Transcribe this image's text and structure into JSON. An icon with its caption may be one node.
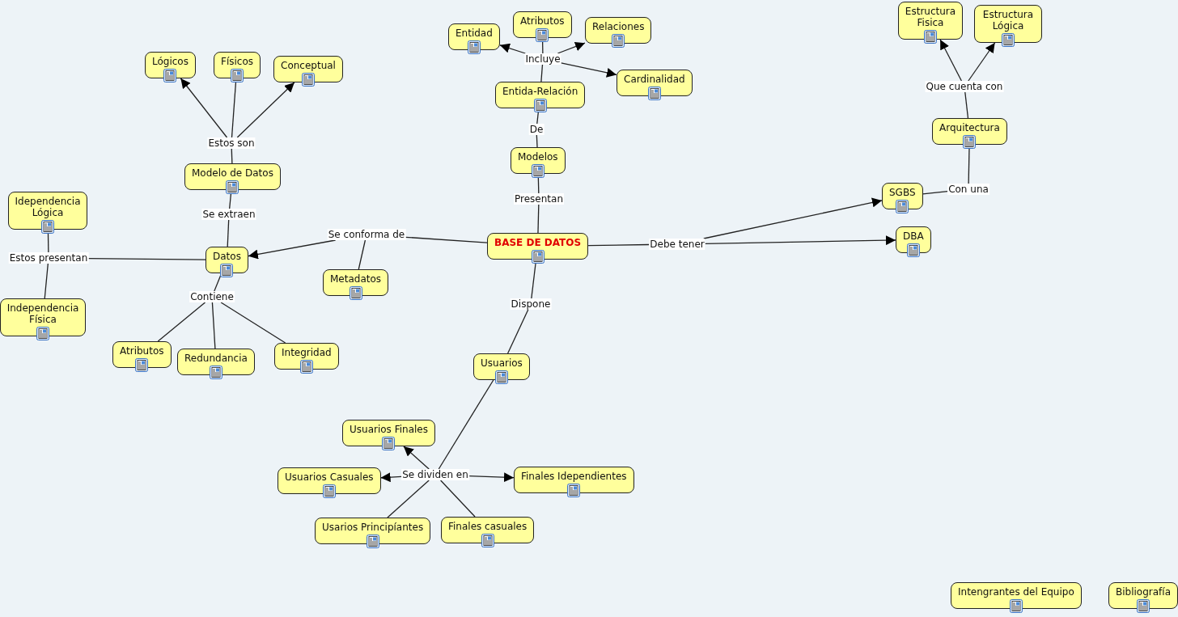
{
  "diagram": {
    "nodes": [
      {
        "text": [
          "Estructura Fisica"
        ]
      },
      {
        "text": [
          "Estructura Lógica"
        ]
      },
      {
        "text": [
          "Atributos"
        ]
      },
      {
        "text": [
          "Entidad"
        ]
      },
      {
        "text": [
          "Relaciones"
        ]
      },
      {
        "text": [
          "Lógicos"
        ]
      },
      {
        "text": [
          "Físicos"
        ]
      },
      {
        "text": [
          "Conceptual"
        ]
      },
      {
        "text": [
          "Incluye"
        ]
      },
      {
        "text": [
          "Cardinalidad"
        ]
      },
      {
        "text": [
          "Que cuenta con"
        ]
      },
      {
        "text": [
          "Entida-Relación"
        ]
      },
      {
        "text": [
          "De"
        ]
      },
      {
        "text": [
          "Arquitectura"
        ]
      },
      {
        "text": [
          "Estos son"
        ]
      },
      {
        "text": [
          "Modelos"
        ]
      },
      {
        "text": [
          "Modelo de Datos"
        ]
      },
      {
        "text": [
          "Idependencia Lógica"
        ]
      },
      {
        "text": [
          "SGBS"
        ]
      },
      {
        "text": [
          "Con una"
        ]
      },
      {
        "text": [
          "Presentan"
        ]
      },
      {
        "text": [
          "Se extraen"
        ]
      },
      {
        "text": [
          "Se conforma de"
        ]
      },
      {
        "text": [
          "BASE DE DATOS"
        ]
      },
      {
        "text": [
          "DBA"
        ]
      },
      {
        "text": [
          "Debe tener"
        ]
      },
      {
        "text": [
          "Datos"
        ]
      },
      {
        "text": [
          "Estos presentan"
        ]
      },
      {
        "text": [
          "Metadatos"
        ]
      },
      {
        "text": [
          "Contiene"
        ]
      },
      {
        "text": [
          "Dispone"
        ]
      },
      {
        "text": [
          "Independencia Física"
        ]
      },
      {
        "text": [
          "Atributos"
        ]
      },
      {
        "text": [
          "Redundancia"
        ]
      },
      {
        "text": [
          "Integridad"
        ]
      },
      {
        "text": [
          "Usuarios"
        ]
      },
      {
        "text": [
          "Usuarios Finales"
        ]
      },
      {
        "text": [
          "Usuarios Casuales"
        ]
      },
      {
        "text": [
          "Se dividen en"
        ]
      },
      {
        "text": [
          "Finales Idependientes"
        ]
      },
      {
        "text": [
          "Usarios Principíantes"
        ]
      },
      {
        "text": [
          "Finales casuales"
        ]
      },
      {
        "text": [
          "Intengrantes del Equipo"
        ]
      },
      {
        "text": [
          "Bibliografía"
        ]
      }
    ],
    "edges": [
      {
        "from": 10,
        "to": 0,
        "arrow": "to"
      },
      {
        "from": 10,
        "to": 1,
        "arrow": "to"
      },
      {
        "from": 13,
        "to": 10,
        "arrow": "none"
      },
      {
        "from": 18,
        "to": 19,
        "arrow": "none"
      },
      {
        "from": 19,
        "to": 13,
        "arrow": "none"
      },
      {
        "from": 8,
        "to": 3,
        "arrow": "to"
      },
      {
        "from": 8,
        "to": 4,
        "arrow": "to"
      },
      {
        "from": 8,
        "to": 9,
        "arrow": "to"
      },
      {
        "from": 2,
        "to": 8,
        "arrow": "none"
      },
      {
        "from": 11,
        "to": 8,
        "arrow": "none"
      },
      {
        "from": 15,
        "to": 12,
        "arrow": "none"
      },
      {
        "from": 12,
        "to": 11,
        "arrow": "none"
      },
      {
        "from": 23,
        "to": 20,
        "arrow": "none"
      },
      {
        "from": 20,
        "to": 15,
        "arrow": "none"
      },
      {
        "from": 14,
        "to": 5,
        "arrow": "to"
      },
      {
        "from": 14,
        "to": 6,
        "arrow": "none"
      },
      {
        "from": 14,
        "to": 7,
        "arrow": "to"
      },
      {
        "from": 16,
        "to": 14,
        "arrow": "none"
      },
      {
        "from": 26,
        "to": 21,
        "arrow": "none"
      },
      {
        "from": 21,
        "to": 16,
        "arrow": "none"
      },
      {
        "from": 23,
        "to": 22,
        "arrow": "none"
      },
      {
        "from": 22,
        "to": 26,
        "arrow": "to"
      },
      {
        "from": 28,
        "to": 22,
        "arrow": "none"
      },
      {
        "from": 23,
        "to": 25,
        "arrow": "none"
      },
      {
        "from": 25,
        "to": 18,
        "arrow": "to"
      },
      {
        "from": 25,
        "to": 24,
        "arrow": "to"
      },
      {
        "from": 26,
        "to": 27,
        "arrow": "none"
      },
      {
        "from": 27,
        "to": 17,
        "arrow": "none"
      },
      {
        "from": 27,
        "to": 31,
        "arrow": "none"
      },
      {
        "from": 26,
        "to": 29,
        "arrow": "none"
      },
      {
        "from": 29,
        "to": 32,
        "arrow": "none"
      },
      {
        "from": 29,
        "to": 33,
        "arrow": "none"
      },
      {
        "from": 29,
        "to": 34,
        "arrow": "none"
      },
      {
        "from": 23,
        "to": 30,
        "arrow": "none"
      },
      {
        "from": 30,
        "to": 35,
        "arrow": "none"
      },
      {
        "from": 35,
        "to": 38,
        "arrow": "none"
      },
      {
        "from": 38,
        "to": 36,
        "arrow": "to"
      },
      {
        "from": 38,
        "to": 37,
        "arrow": "to"
      },
      {
        "from": 38,
        "to": 39,
        "arrow": "to"
      },
      {
        "from": 38,
        "to": 40,
        "arrow": "none"
      },
      {
        "from": 38,
        "to": 41,
        "arrow": "none"
      }
    ]
  }
}
